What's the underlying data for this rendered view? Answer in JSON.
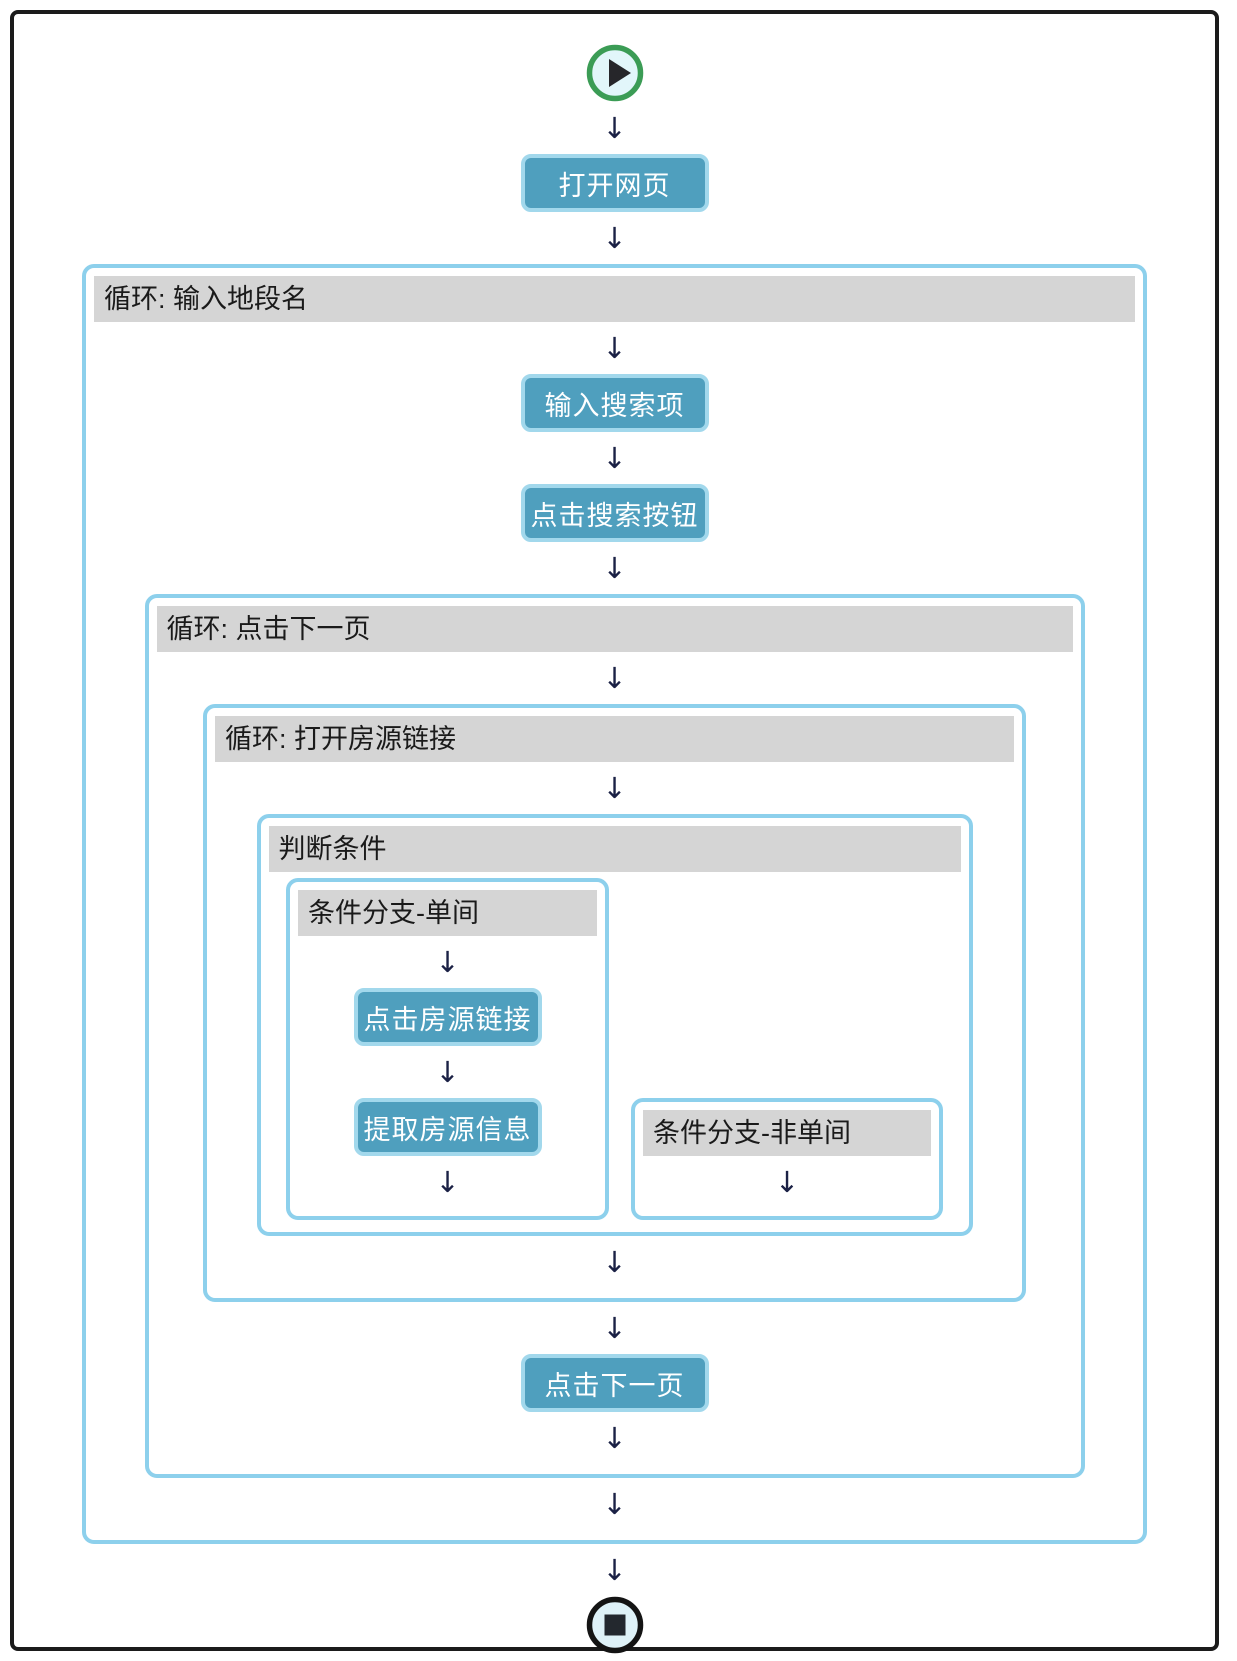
{
  "icons": {
    "arrow_down": "↓",
    "start": "play-circle",
    "end": "stop-circle"
  },
  "colors": {
    "node_fill": "#4F9FBE",
    "node_border": "#A2D8EC",
    "container_border": "#8DD0EC",
    "header_gray": "#D5D5D5",
    "arrow": "#1B2145",
    "start_ring_green": "#3B9C55",
    "terminal_fill": "#E2F6FA",
    "frame_border": "#1B1B1B"
  },
  "flow": {
    "open_page": {
      "label": "打开网页"
    },
    "loop_district": {
      "title": "循环: 输入地段名",
      "enter_search": {
        "label": "输入搜索项"
      },
      "click_search": {
        "label": "点击搜索按钮"
      },
      "loop_next_page": {
        "title": "循环: 点击下一页",
        "loop_open_listing": {
          "title": "循环: 打开房源链接",
          "condition": {
            "title": "判断条件",
            "branch_single": {
              "title": "条件分支-单间",
              "click_listing": {
                "label": "点击房源链接"
              },
              "extract_info": {
                "label": "提取房源信息"
              }
            },
            "branch_not_single": {
              "title": "条件分支-非单间"
            }
          }
        },
        "click_next": {
          "label": "点击下一页"
        }
      }
    }
  }
}
